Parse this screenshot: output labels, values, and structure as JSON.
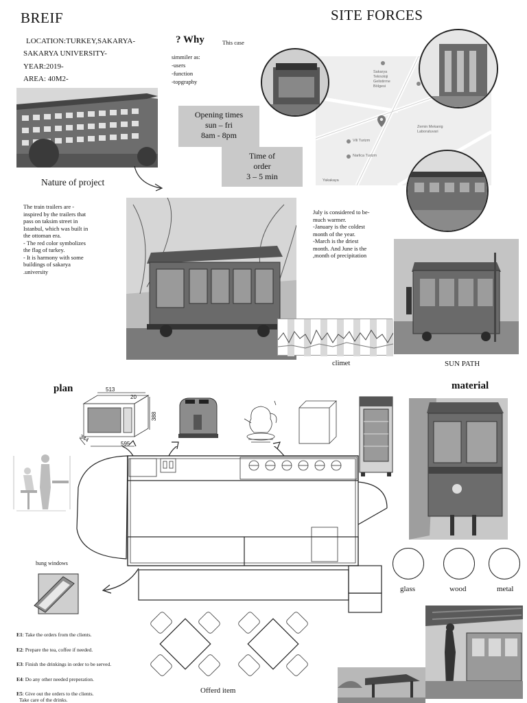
{
  "brief": {
    "title": "BREIF",
    "location": "LOCATION:TURKEY,SAKARYA-",
    "university": "SAKARYA UNIVERSITY-",
    "year": "YEAR:2019-",
    "area": "AREA: 40M2-"
  },
  "why": {
    "question": "? Why",
    "case": "This case",
    "similar_title": "simmiler as:",
    "items": [
      "-users",
      "-function",
      "-topgraphy"
    ]
  },
  "opening": {
    "title": "Opening times",
    "days": "sun – fri",
    "hours": "8am - 8pm"
  },
  "order_time": {
    "line1": "Time of",
    "line2": "order",
    "value": "3 – 5 min"
  },
  "nature": {
    "title": "Nature of project",
    "lines": [
      "The train trailers are -",
      "inspired by the trailers that",
      "pass on taksim street in",
      "Istanbul, which was built in",
      "the ottoman era.",
      "- The red color symbolizes",
      "the flag of turkey.",
      "- It is harmony with some",
      "buildings of sakarya",
      ".university"
    ]
  },
  "site": {
    "title": "SITE FORCES",
    "map_labels": [
      "Sakarya",
      "Teknoloji",
      "Gelistirme",
      "Bölgesi",
      "Vili Turizm",
      "Narlica Turizm",
      "Zemin Mekanig",
      "Laboratuvari",
      "Yakakaya"
    ]
  },
  "climate": {
    "lines": [
      "July is considered to be-",
      "much warmer.",
      "-January is the coldest",
      "month of the year.",
      "-March is the driest",
      "month. And June is the",
      ",month of precipitation"
    ],
    "label": "climet",
    "sun_path": "SUN PATH"
  },
  "plan": {
    "title": "plan",
    "microwave_dims": [
      "513",
      "20",
      "388",
      "344",
      "595"
    ],
    "hung_windows": "hung windows",
    "offered": "Offerd item",
    "steps": [
      {
        "code": "E1",
        "text": ": Take the orders from the clients."
      },
      {
        "code": "E2",
        "text": ": Prepare the tea, coffee if needed."
      },
      {
        "code": "E3",
        "text": ": Finish the drinkings in order to be served."
      },
      {
        "code": "E4",
        "text": ": Do any other needed preperation."
      },
      {
        "code": "E5",
        "text": ": Give out the orders to the clients."
      },
      {
        "code": "",
        "text": "Take care of the drinks."
      }
    ]
  },
  "material": {
    "title": "material",
    "items": [
      "glass",
      "wood",
      "metal"
    ]
  }
}
